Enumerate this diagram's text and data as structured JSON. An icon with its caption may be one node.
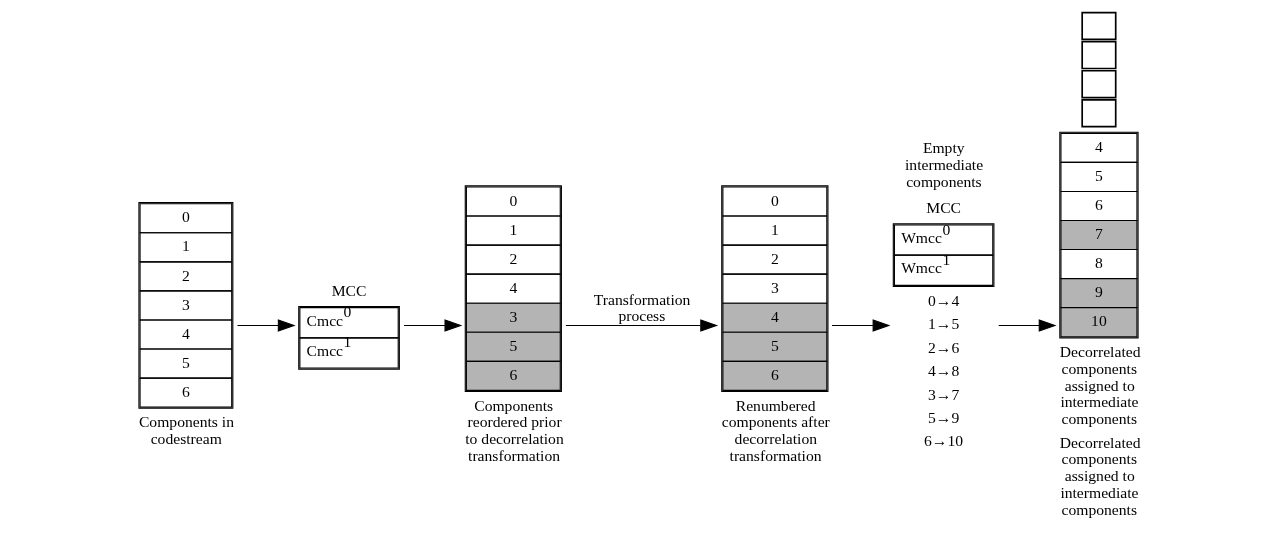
{
  "diagram": {
    "nodes": [
      {
        "text": [
          "0",
          "1",
          "2",
          "3",
          "4",
          "5",
          "6"
        ],
        "beside": [
          "Components in codestream"
        ]
      },
      {
        "text": [
          "MCC",
          "Cmcc$^{0}$",
          "Cmcc$^{1}$"
        ]
      },
      {
        "text": [
          "0",
          "1",
          "2",
          "4",
          "3",
          "5",
          "6"
        ],
        "beside": [
          "Components reordered prior to decorrelation transformation"
        ]
      },
      {
        "text": [
          "0",
          "1",
          "2",
          "3",
          "4",
          "5",
          "6"
        ],
        "beside": [
          "Renumbered components after decorrelation transformation"
        ]
      },
      {
        "text": [
          "MCC",
          "Wmcc$^{0}$",
          "Wmcc$^{1}$"
        ],
        "beside": [
          "0→4",
          "1→5",
          "2→6",
          "4→8",
          "3→7",
          "5→9",
          "6→10"
        ]
      },
      {
        "text": [],
        "shape": "box"
      },
      {
        "text": [],
        "shape": "box"
      },
      {
        "text": [],
        "shape": "box"
      },
      {
        "text": [],
        "shape": "box"
      },
      {
        "text": [
          "4",
          "5",
          "6",
          "7",
          "8",
          "9",
          "10"
        ],
        "beside": [
          "Decorrelated components assigned to intermediate components",
          "Decorrelated components assigned to intermediate components"
        ]
      }
    ],
    "edges": [
      {
        "from": 0,
        "to": 1,
        "arrow": "to"
      },
      {
        "from": 1,
        "to": 2,
        "arrow": "to"
      },
      {
        "from": 2,
        "to": 3,
        "arrow": "to",
        "label": "Transformation process"
      },
      {
        "from": 3,
        "to": 4,
        "arrow": "to"
      },
      {
        "from": 4,
        "to": 9,
        "arrow": "to"
      }
    ],
    "labels": [
      "Empty intermediate components"
    ]
  }
}
